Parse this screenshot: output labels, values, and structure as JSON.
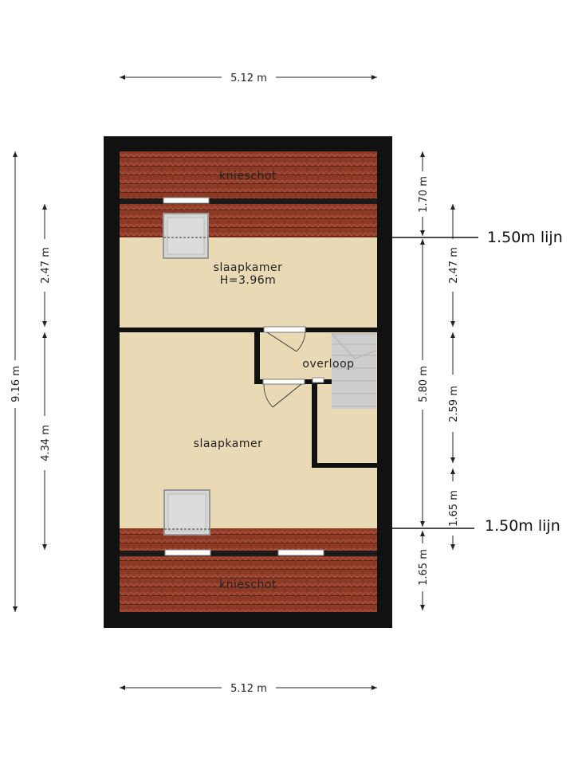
{
  "dimensions": {
    "top_width": "5.12 m",
    "bottom_width": "5.12 m",
    "total_height": "9.16 m",
    "left_upper": "2.47 m",
    "left_lower": "4.34 m",
    "right_kneewall_top": "1.70 m",
    "right_total": "5.80 m",
    "right_kneewall_bottom": "1.65 m",
    "inner_upper": "2.47 m",
    "inner_middle": "2.59 m",
    "inner_lower": "1.65 m"
  },
  "lines": {
    "upper": "1.50m lijn",
    "lower": "1.50m lijn"
  },
  "rooms": {
    "kneewall_top": "knieschot",
    "kneewall_bottom": "knieschot",
    "bedroom_upper": "slaapkamer",
    "bedroom_upper_height": "H=3.96m",
    "landing": "overloop",
    "bedroom_lower": "slaapkamer"
  },
  "colors": {
    "wall": "#111111",
    "floor": "#ead9b5",
    "roof": "#8a3a26",
    "stair": "#c8c8c8"
  }
}
